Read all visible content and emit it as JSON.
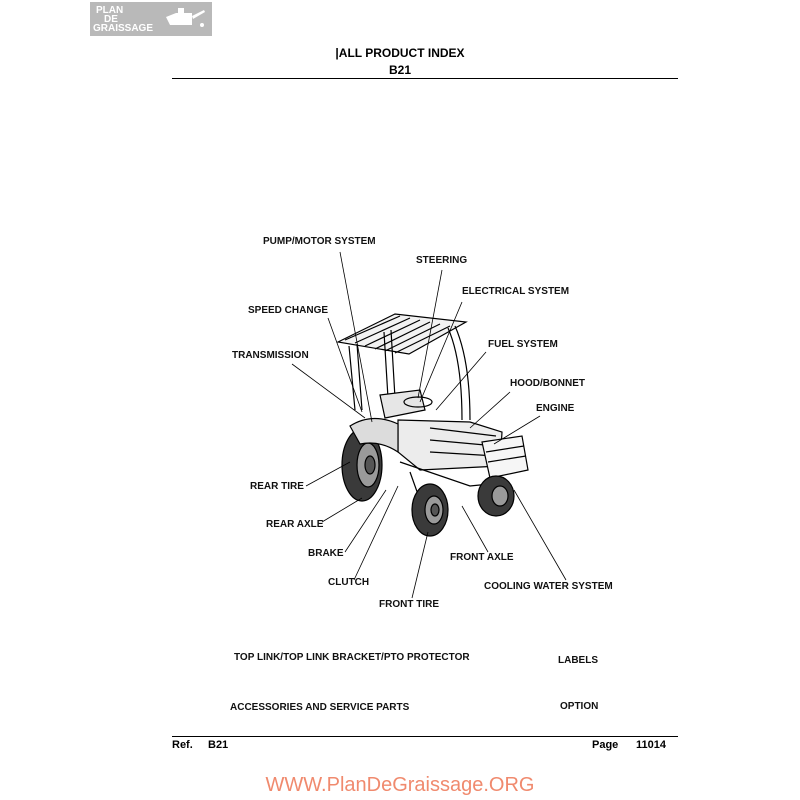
{
  "logo": {
    "line1": "PLAN",
    "line2": "DE",
    "line3": "GRAISSAGE",
    "icon": "oil-can-icon"
  },
  "header": {
    "title": "|ALL PRODUCT INDEX",
    "model": "B21"
  },
  "diagram_labels": {
    "pump_motor_system": "PUMP/MOTOR SYSTEM",
    "steering": "STEERING",
    "electrical_system": "ELECTRICAL SYSTEM",
    "speed_change": "SPEED CHANGE",
    "fuel_system": "FUEL SYSTEM",
    "transmission": "TRANSMISSION",
    "hood_bonnet": "HOOD/BONNET",
    "engine": "ENGINE",
    "rear_tire": "REAR TIRE",
    "rear_axle": "REAR AXLE",
    "brake": "BRAKE",
    "front_axle": "FRONT AXLE",
    "clutch": "CLUTCH",
    "cooling_water_system": "COOLING WATER SYSTEM",
    "front_tire": "FRONT TIRE"
  },
  "index_items": {
    "top_link": "TOP LINK/TOP LINK BRACKET/PTO PROTECTOR",
    "labels": "LABELS",
    "accessories": "ACCESSORIES AND SERVICE PARTS",
    "option": "OPTION"
  },
  "footer": {
    "ref_label": "Ref.",
    "ref_value": "B21",
    "page_label": "Page",
    "page_value": "11014"
  },
  "watermark": "WWW.PlanDeGraissage.ORG"
}
